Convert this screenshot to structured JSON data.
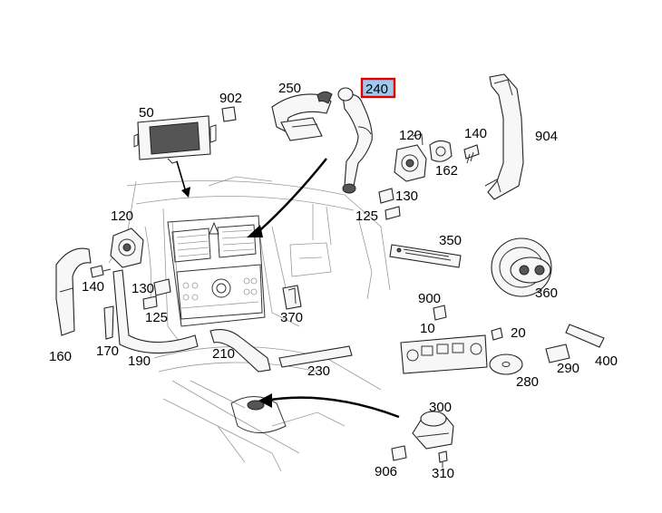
{
  "diagram": {
    "highlight_color": "#e00000",
    "highlight_fill": "#9ec9ee",
    "selected_label": "240",
    "callouts": [
      {
        "id": "c50",
        "text": "50"
      },
      {
        "id": "c902",
        "text": "902"
      },
      {
        "id": "c250",
        "text": "250"
      },
      {
        "id": "c240",
        "text": "240"
      },
      {
        "id": "c120a",
        "text": "120"
      },
      {
        "id": "c140a",
        "text": "140"
      },
      {
        "id": "c904",
        "text": "904"
      },
      {
        "id": "c162",
        "text": "162"
      },
      {
        "id": "c130a",
        "text": "130"
      },
      {
        "id": "c125a",
        "text": "125"
      },
      {
        "id": "c120b",
        "text": "120"
      },
      {
        "id": "c140b",
        "text": "140"
      },
      {
        "id": "c130b",
        "text": "130"
      },
      {
        "id": "c125b",
        "text": "125"
      },
      {
        "id": "c160",
        "text": "160"
      },
      {
        "id": "c170",
        "text": "170"
      },
      {
        "id": "c190",
        "text": "190"
      },
      {
        "id": "c210",
        "text": "210"
      },
      {
        "id": "c370",
        "text": "370"
      },
      {
        "id": "c230",
        "text": "230"
      },
      {
        "id": "c350",
        "text": "350"
      },
      {
        "id": "c360",
        "text": "360"
      },
      {
        "id": "c900",
        "text": "900"
      },
      {
        "id": "c10",
        "text": "10"
      },
      {
        "id": "c20",
        "text": "20"
      },
      {
        "id": "c400",
        "text": "400"
      },
      {
        "id": "c290",
        "text": "290"
      },
      {
        "id": "c280",
        "text": "280"
      },
      {
        "id": "c300",
        "text": "300"
      },
      {
        "id": "c906",
        "text": "906"
      },
      {
        "id": "c310",
        "text": "310"
      }
    ]
  }
}
